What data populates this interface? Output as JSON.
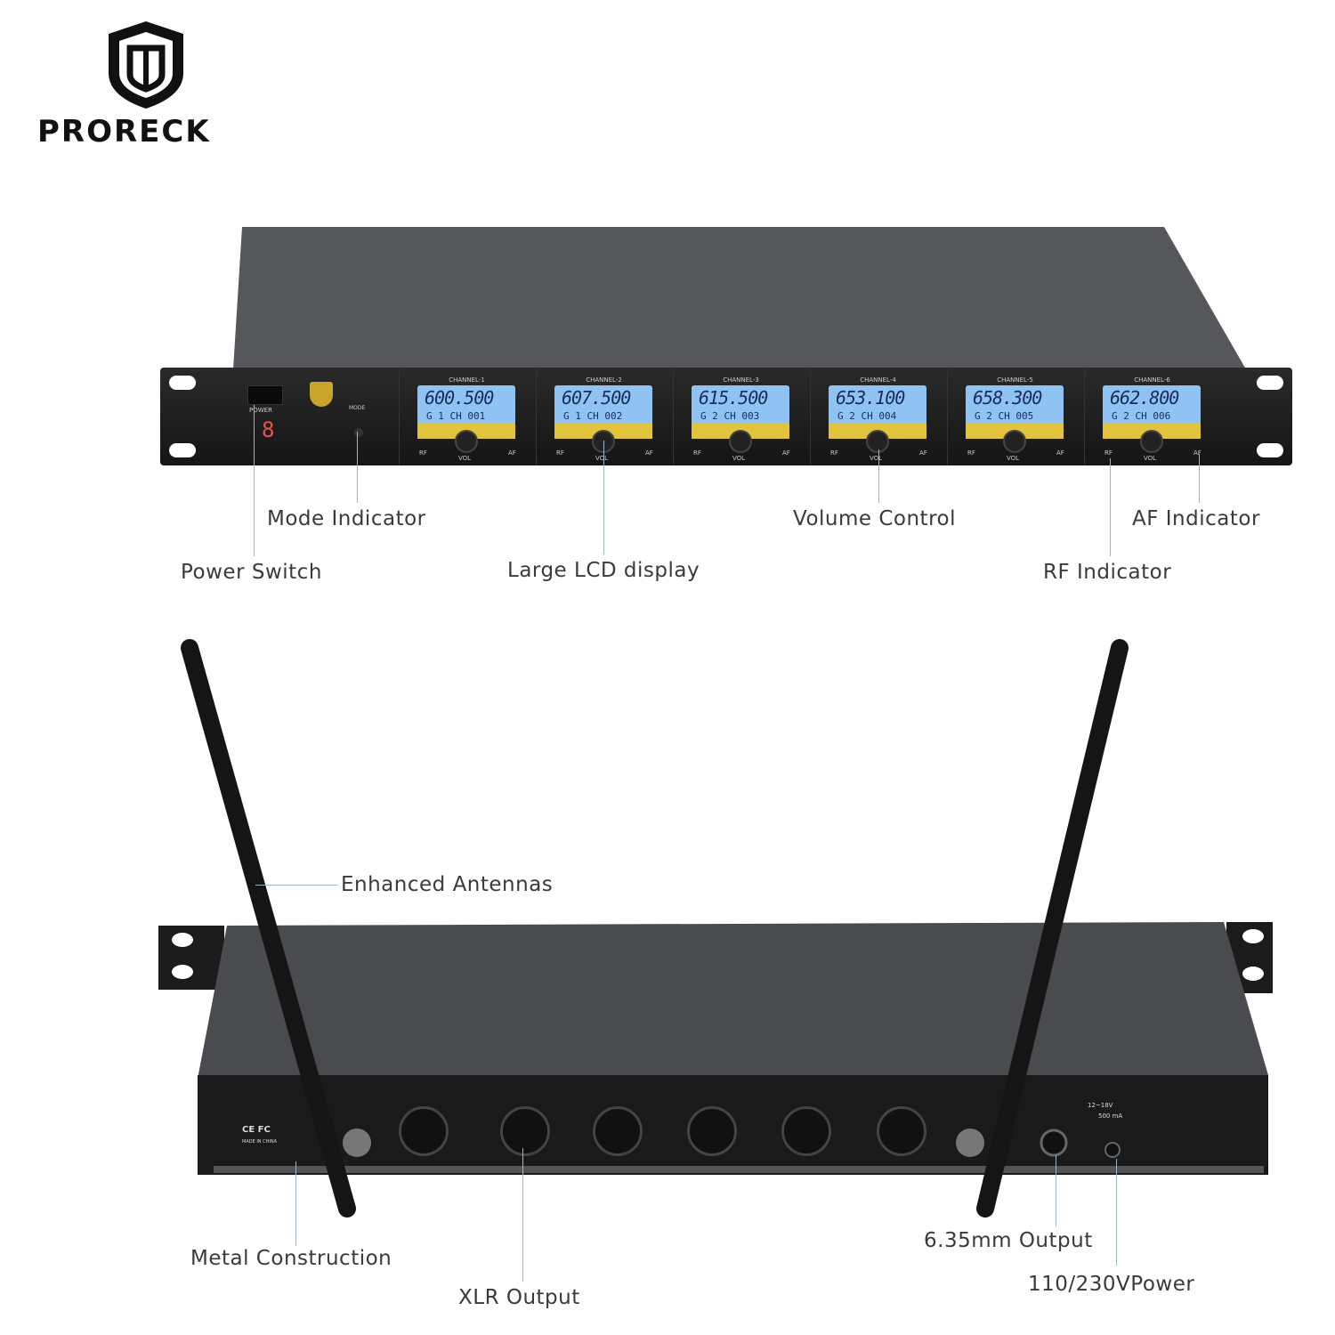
{
  "brand": {
    "name": "PRORECK"
  },
  "front": {
    "power_label": "POWER",
    "mode_label": "MODE",
    "display_digit": "8",
    "channels": [
      {
        "title": "CHANNEL-1",
        "freq": "600.500",
        "group": "1",
        "ch": "001"
      },
      {
        "title": "CHANNEL-2",
        "freq": "607.500",
        "group": "1",
        "ch": "002"
      },
      {
        "title": "CHANNEL-3",
        "freq": "615.500",
        "group": "2",
        "ch": "003"
      },
      {
        "title": "CHANNEL-4",
        "freq": "653.100",
        "group": "2",
        "ch": "004"
      },
      {
        "title": "CHANNEL-5",
        "freq": "658.300",
        "group": "2",
        "ch": "005"
      },
      {
        "title": "CHANNEL-6",
        "freq": "662.800",
        "group": "2",
        "ch": "006"
      }
    ],
    "rf": "RF",
    "vol": "VOL",
    "af": "AF"
  },
  "callouts": {
    "mode_indicator": "Mode Indicator",
    "power_switch": "Power Switch",
    "lcd": "Large LCD display",
    "volume": "Volume Control",
    "af": "AF Indicator",
    "rf": "RF Indicator",
    "antennas": "Enhanced Antennas",
    "metal": "Metal Construction",
    "xlr": "XLR Output",
    "output635": "6.35mm Output",
    "power": "110/230VPower"
  },
  "rear": {
    "ce": "CE FC",
    "made": "MADE IN CHINA",
    "dc": "12~18V",
    "ma": "500 mA"
  }
}
